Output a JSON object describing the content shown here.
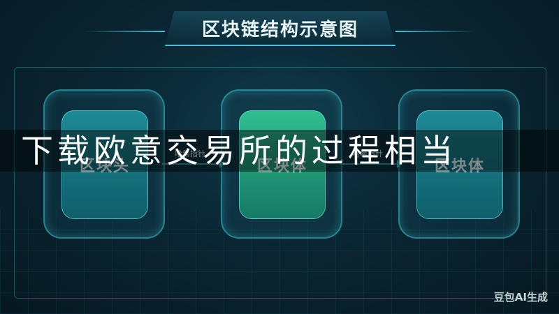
{
  "title": "区块链结构示意图",
  "blocks": [
    {
      "label": "区块头"
    },
    {
      "label": "区块体"
    },
    {
      "label": "区块体"
    }
  ],
  "connectors": [
    {
      "label": "哈希指针"
    },
    {
      "label": "哈希指针"
    }
  ],
  "overlay_text": "下载欧意交易所的过程相当",
  "watermark": "豆包AI生成",
  "colors": {
    "accent": "#3fc9d4",
    "background": "#0a2633",
    "active_block": "#2fbf8f"
  }
}
